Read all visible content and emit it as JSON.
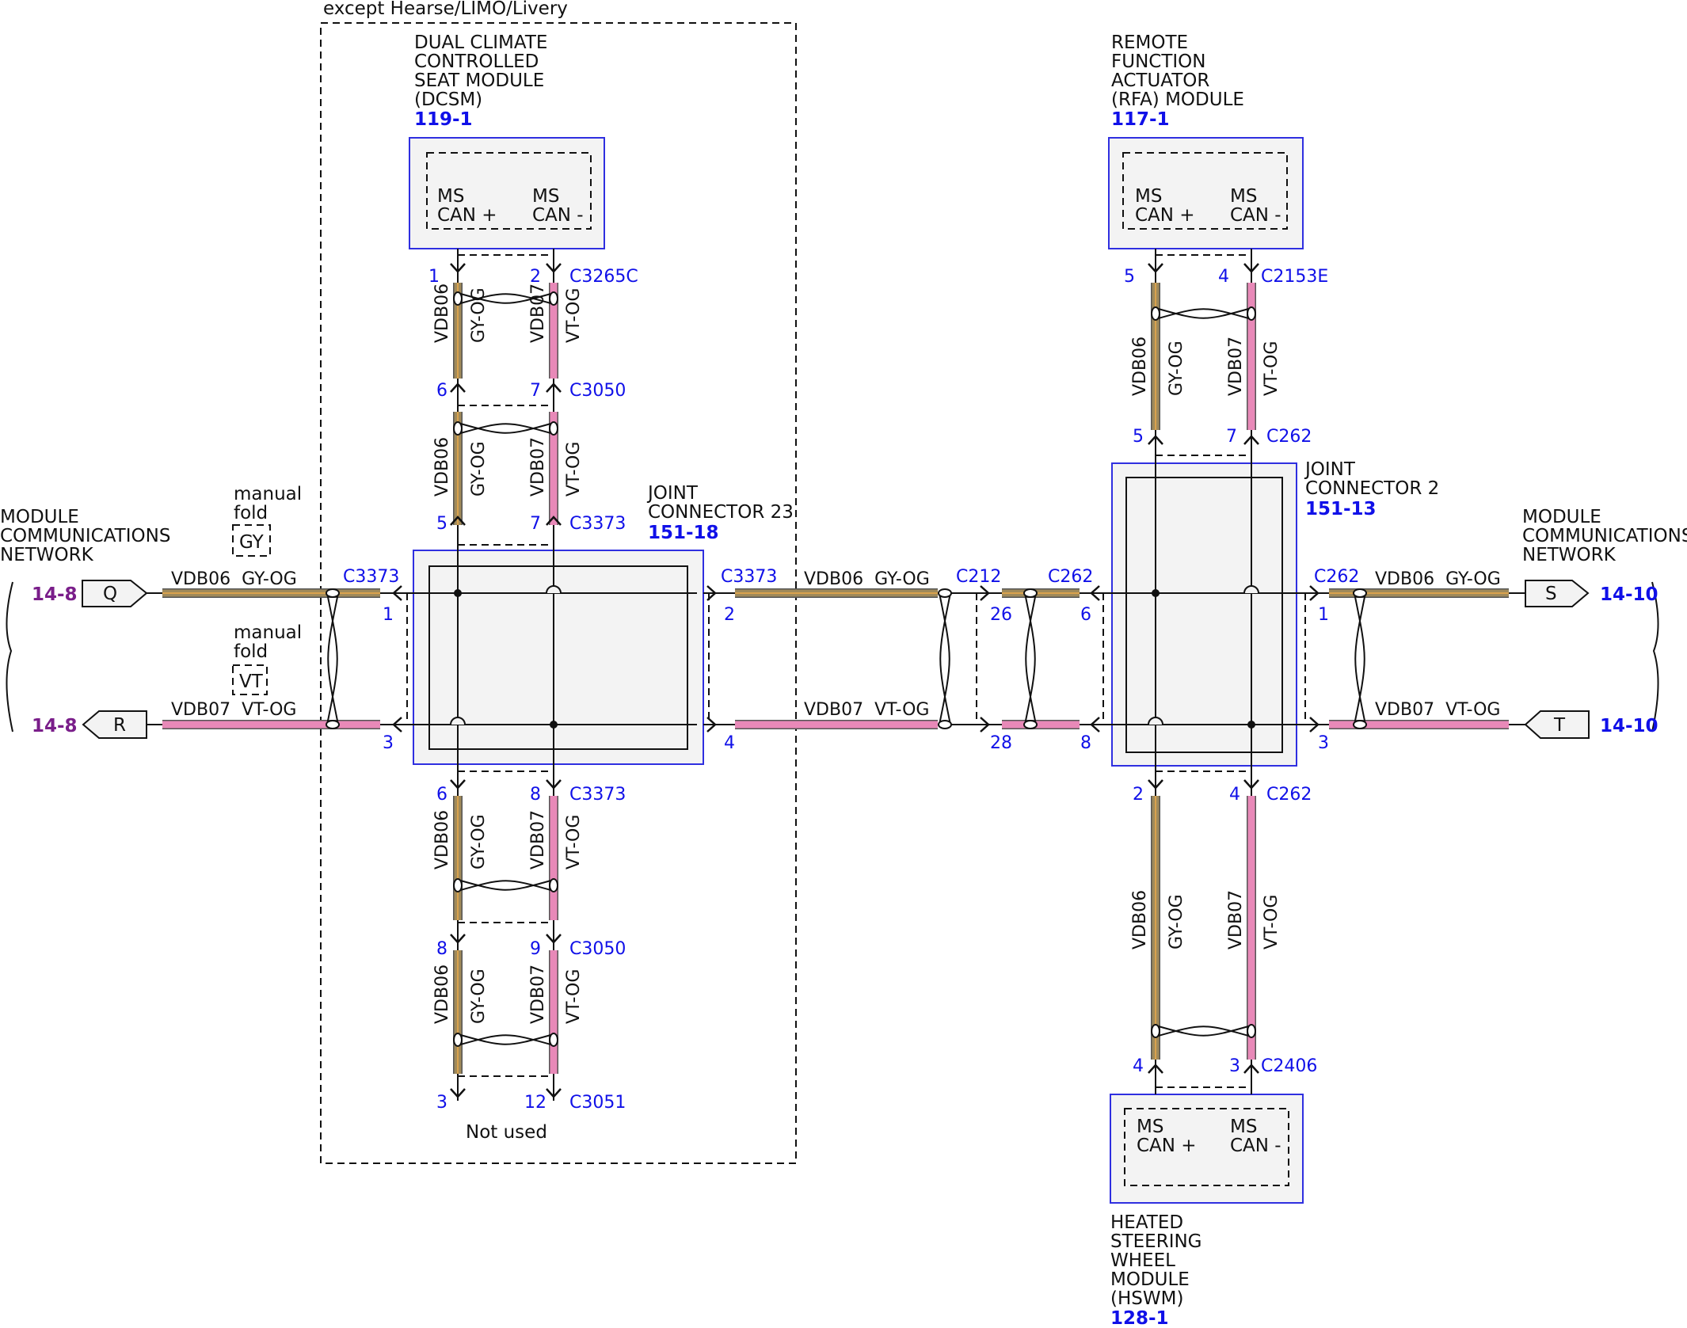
{
  "colors": {
    "gy_og": "#a08a5a",
    "gy_og_stripe": "#d9a24e",
    "vt_og": "#e889b8",
    "blue": "#1010e8",
    "purple": "#7a1e8a"
  },
  "variant": "except Hearse/LIMO/Livery",
  "dcsm": {
    "name": [
      "DUAL CLIMATE",
      "CONTROLLED",
      "SEAT MODULE",
      "(DCSM)"
    ],
    "ref": "119-1",
    "pin_a": [
      "MS",
      "CAN +"
    ],
    "pin_b": [
      "MS",
      "CAN -"
    ]
  },
  "rfa": {
    "name": [
      "REMOTE",
      "FUNCTION",
      "ACTUATOR",
      "(RFA) MODULE"
    ],
    "ref": "117-1",
    "pin_a": [
      "MS",
      "CAN +"
    ],
    "pin_b": [
      "MS",
      "CAN -"
    ]
  },
  "hswm": {
    "name": [
      "HEATED",
      "STEERING",
      "WHEEL",
      "MODULE",
      "(HSWM)"
    ],
    "ref": "128-1",
    "pin_a": [
      "MS",
      "CAN +"
    ],
    "pin_b": [
      "MS",
      "CAN -"
    ]
  },
  "jc23": {
    "name": [
      "JOINT",
      "CONNECTOR 23"
    ],
    "ref": "151-18"
  },
  "jc2": {
    "name": [
      "JOINT",
      "CONNECTOR 2"
    ],
    "ref": "151-13"
  },
  "network_left": {
    "title": [
      "MODULE",
      "COMMUNICATIONS",
      "NETWORK"
    ],
    "page_ref": "14-8",
    "flag_q": "Q",
    "flag_r": "R"
  },
  "network_right": {
    "title": [
      "MODULE",
      "COMMUNICATIONS",
      "NETWORK"
    ],
    "page_ref": "14-10",
    "flag_s": "S",
    "flag_t": "T"
  },
  "manual_fold": {
    "text": [
      "manual",
      "fold"
    ],
    "gy": "GY",
    "vt": "VT"
  },
  "wires": {
    "vdb06": "VDB06",
    "vdb07": "VDB07",
    "gy_og": "GY-OG",
    "vt_og": "VT-OG",
    "vdb06_gy_og": "VDB06  GY-OG",
    "vdb07_vt_og": "VDB07  VT-OG"
  },
  "connectors": {
    "c3265c": "C3265C",
    "c3050": "C3050",
    "c3373": "C3373",
    "c3051": "C3051",
    "c212": "C212",
    "c262": "C262",
    "c2153e": "C2153E",
    "c2406": "C2406"
  },
  "pins": {
    "dcsm_c3265c": [
      "1",
      "2"
    ],
    "c3050_top": [
      "6",
      "7"
    ],
    "c3373_top": [
      "5",
      "7"
    ],
    "c3373_left": [
      "1",
      "3"
    ],
    "c3373_right": [
      "2",
      "4"
    ],
    "c3373_bottom": [
      "6",
      "8"
    ],
    "c3050_bottom": [
      "8",
      "9"
    ],
    "c3051": [
      "3",
      "12"
    ],
    "c212": [
      "26",
      "28"
    ],
    "c262_jc_left": [
      "6",
      "8"
    ],
    "c262_jc_right": [
      "1",
      "3"
    ],
    "rfa_c2153e": [
      "5",
      "4"
    ],
    "c262_top": [
      "5",
      "7"
    ],
    "c262_bottom": [
      "2",
      "4"
    ],
    "hswm_c2406": [
      "4",
      "3"
    ]
  },
  "not_used": "Not used"
}
